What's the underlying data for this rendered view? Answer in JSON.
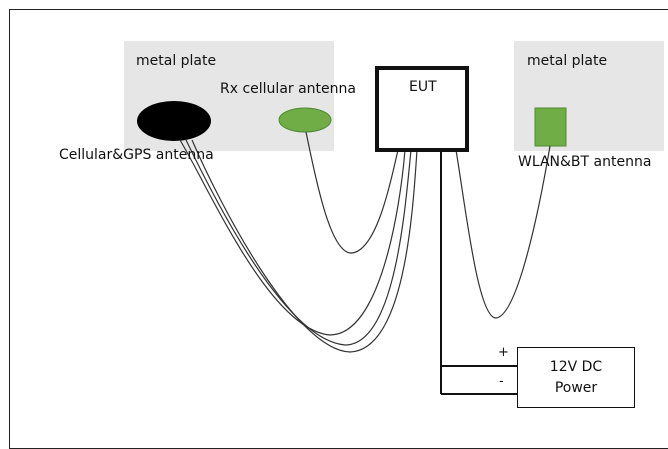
{
  "labels": {
    "metal_plate_left": "metal plate",
    "metal_plate_right": "metal plate",
    "rx_cellular_antenna": "Rx cellular antenna",
    "cellular_gps_antenna": "Cellular&GPS antenna",
    "eut": "EUT",
    "wlan_bt_antenna": "WLAN&BT antenna",
    "plus": "+",
    "minus": "-",
    "power_line1": "12V DC",
    "power_line2": "Power"
  },
  "colors": {
    "plate": "#e6e6e6",
    "cellular_gps_antenna": "#000000",
    "rx_antenna": "#70ad47",
    "wlan_antenna": "#70ad47",
    "line": "#333333"
  }
}
